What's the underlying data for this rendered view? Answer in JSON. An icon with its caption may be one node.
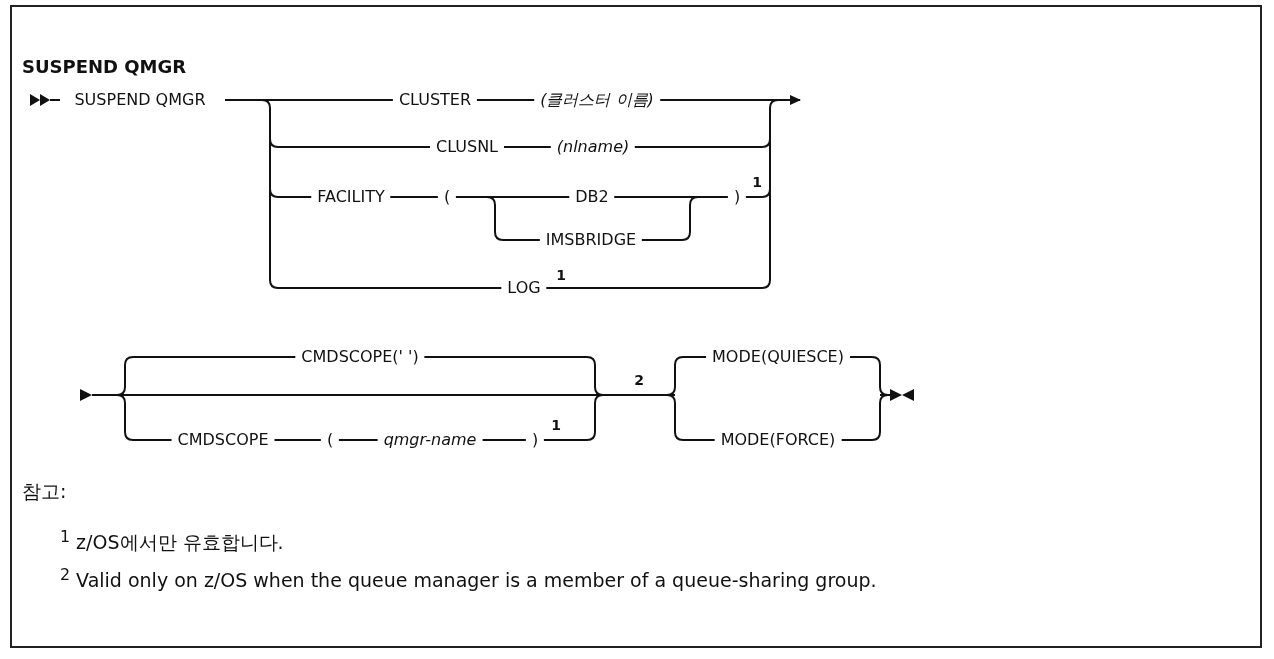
{
  "diagram": {
    "title": "SUSPEND QMGR",
    "labels": [
      "SUSPEND QMGR",
      "CLUSTER",
      "(클러스터 이름)",
      "CLUSNL",
      "(nlname)",
      "FACILITY",
      "(",
      "DB2",
      ")",
      "1",
      "IMSBRIDGE",
      "LOG",
      "1",
      "CMDSCOPE(' ')",
      "MODE(QUIESCE)",
      "2",
      "CMDSCOPE",
      "(",
      "qmgr-name",
      ")",
      "1",
      "MODE(FORCE)",
      "참고:",
      "$^{1}$ z/OS에서만 유효합니다.",
      "$^{2}$ Valid only on z/OS when the queue manager is a member of a queue-sharing group."
    ]
  }
}
